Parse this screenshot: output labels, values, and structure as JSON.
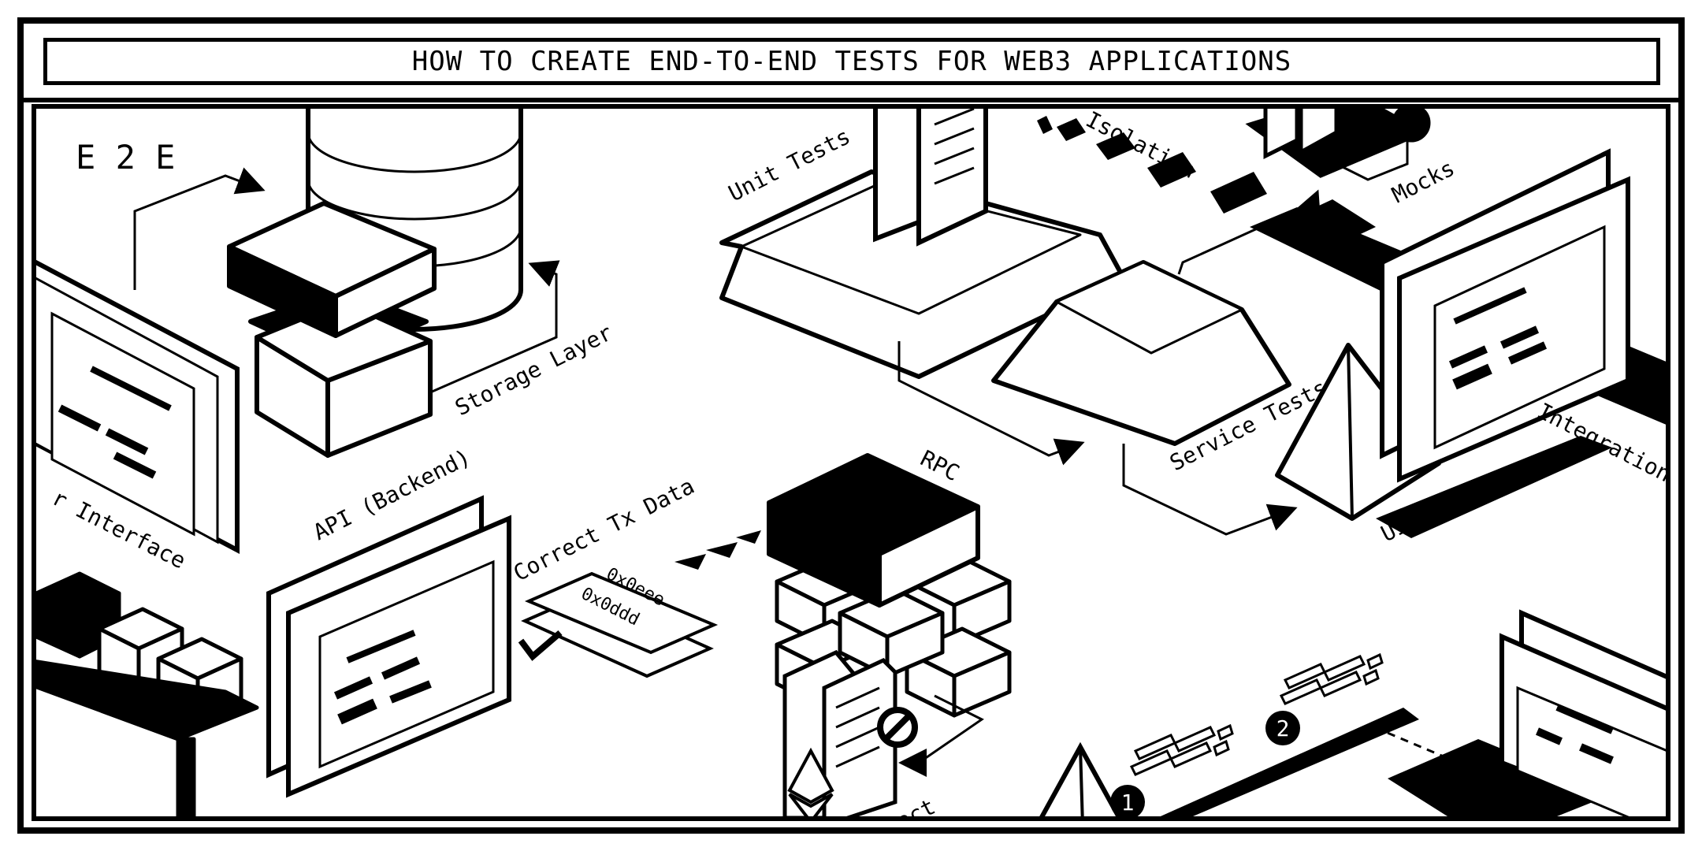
{
  "header": {
    "title": "HOW TO CREATE END-TO-END TESTS FOR WEB3 APPLICATIONS"
  },
  "labels": {
    "e2e": "E 2 E",
    "unit_tests": "Unit Tests",
    "isolation": "Isolation",
    "mocks": "Mocks",
    "storage_layer": "Storage Layer",
    "api_backend": "API (Backend)",
    "user_interface": "r Interface",
    "correct_tx_data": "Correct Tx Data",
    "tx_line_1": "0x0eee",
    "tx_line_2": "0x0ddd",
    "rpc": "RPC",
    "service_tests": "Service Tests",
    "integration": "Integration",
    "ui_tests": "UI Tests",
    "contract": "act",
    "step_1": "1",
    "step_2": "2"
  },
  "colors": {
    "ink": "#000000",
    "paper": "#ffffff"
  }
}
